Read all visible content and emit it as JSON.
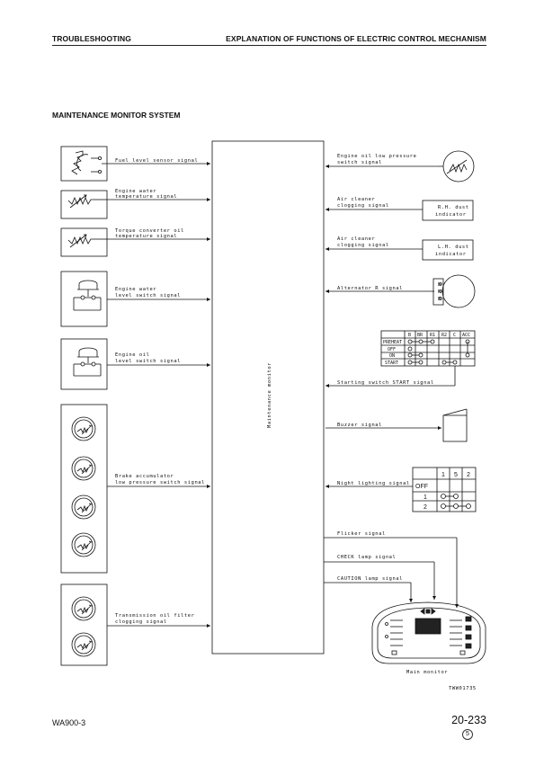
{
  "header": {
    "left": "TROUBLESHOOTING",
    "right": "EXPLANATION OF FUNCTIONS OF ELECTRIC CONTROL MECHANISM"
  },
  "section_title": "MAINTENANCE MONITOR SYSTEM",
  "monitor_label": "Maintenance monitor",
  "left_signals": {
    "fuel": [
      "Fuel level sensor signal"
    ],
    "water_temp": [
      "Engine water",
      "temperature signal"
    ],
    "tc_oil": [
      "Torque converter oil",
      "temperature signal"
    ],
    "water_level": [
      "Engine water",
      "level switch signal"
    ],
    "oil_level": [
      "Engine oil",
      "level switch signal"
    ],
    "brake": [
      "Brake accumulator",
      "low pressure switch signal"
    ],
    "trans_filter": [
      "Transmission oil filter",
      "clogging signal"
    ]
  },
  "right_signals": {
    "oil_pressure": [
      "Engine oil low pressure",
      "switch signal"
    ],
    "air_rh": [
      "Air cleaner",
      "clogging signal"
    ],
    "air_lh": [
      "Air cleaner",
      "clogging signal"
    ],
    "alternator": [
      "Alternator R signal"
    ],
    "starting": [
      "Starting switch START signal"
    ],
    "buzzer": [
      "Buzzer signal"
    ],
    "night": [
      "Night lighting signal"
    ],
    "flicker": [
      "Flicker signal"
    ],
    "check": [
      "CHECK lamp signal"
    ],
    "caution": [
      "CAUTION lamp signal"
    ]
  },
  "rh_indicator": [
    "R.H. dust",
    "indicator"
  ],
  "lh_indicator": [
    "L.H. dust",
    "indicator"
  ],
  "alternator_terminals": [
    "B",
    "R",
    "E"
  ],
  "starting_table": {
    "columns": [
      "B",
      "BR",
      "R1",
      "R2",
      "C",
      "ACC"
    ],
    "rows": [
      "PREHEAT",
      "OFF",
      "ON",
      "START"
    ]
  },
  "night_table": {
    "columns": [
      "1",
      "5",
      "2"
    ],
    "rows": [
      "OFF",
      "1",
      "2"
    ]
  },
  "main_monitor_label": "Main monitor",
  "figure_code": "TWW01735",
  "footer": {
    "model": "WA900-3",
    "page": "20-233",
    "rev": "5"
  }
}
